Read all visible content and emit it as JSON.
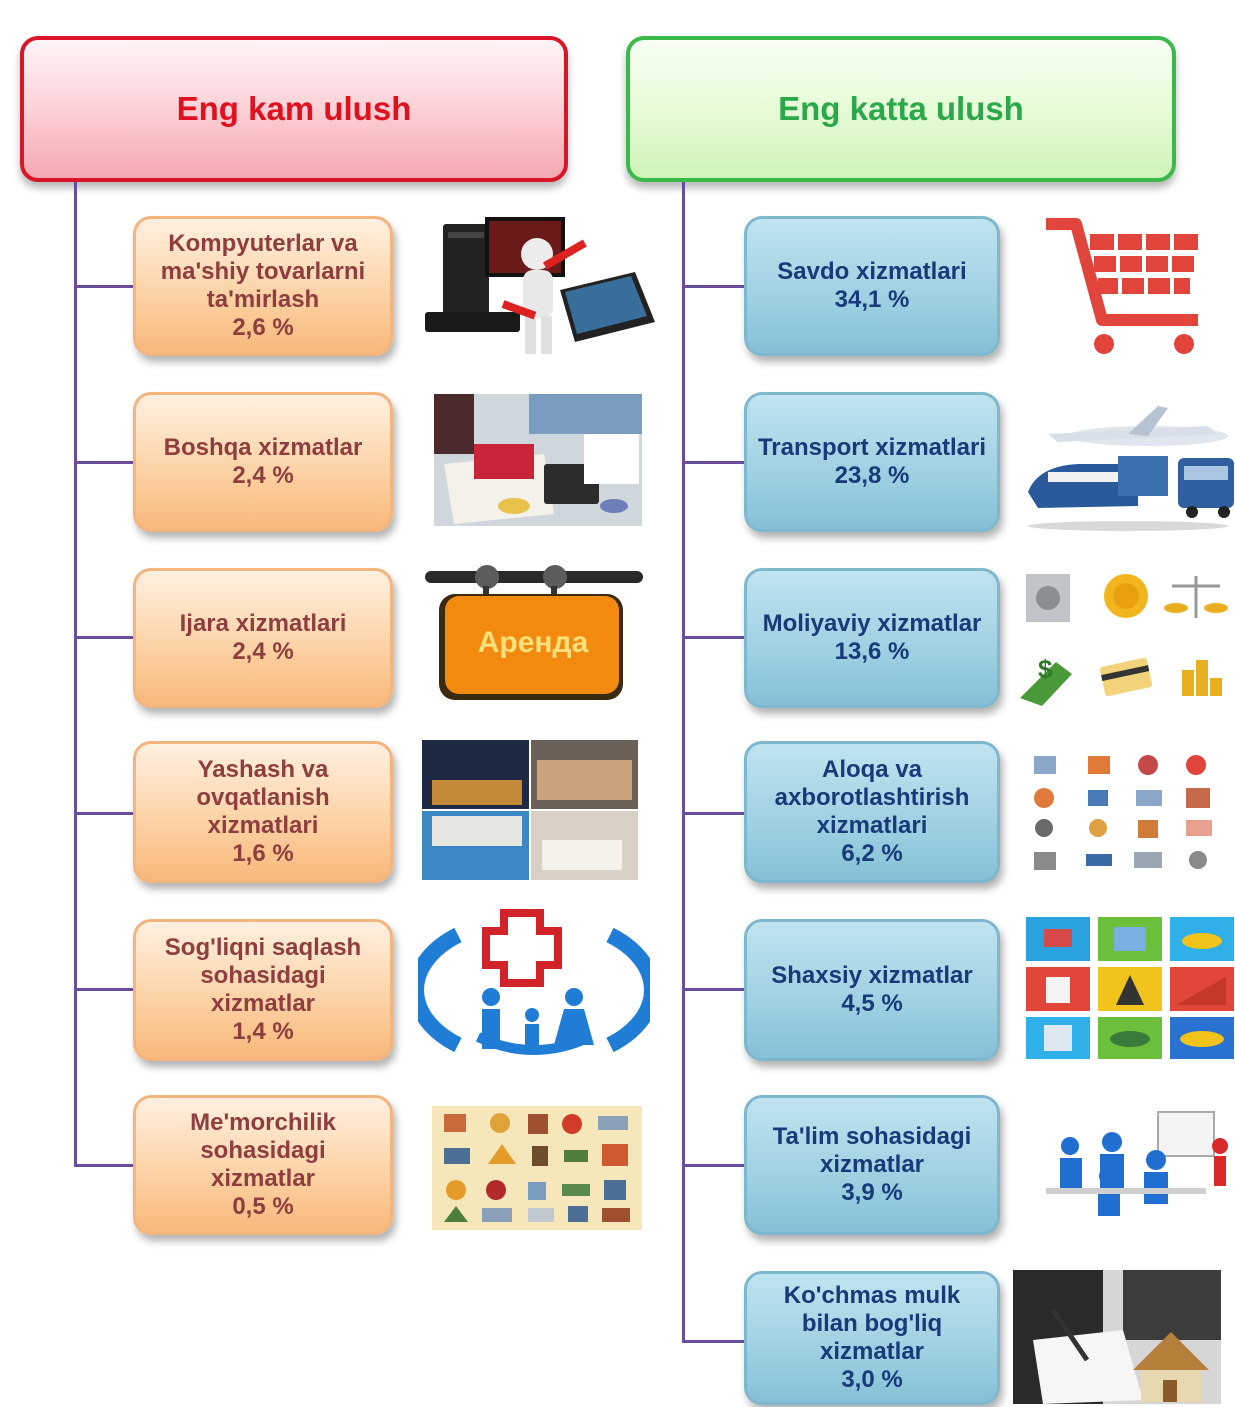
{
  "headers": {
    "left": "Eng kam ulush",
    "right": "Eng katta ulush"
  },
  "left_items": [
    {
      "label": "Kompyuterlar va ma'shiy tovarlarni ta'mirlash",
      "value": "2,6 %",
      "icon": "computer-repair-icon"
    },
    {
      "label": "Boshqa xizmatlar",
      "value": "2,4 %",
      "icon": "office-work-icon"
    },
    {
      "label": "Ijara xizmatlari",
      "value": "2,4 %",
      "icon": "rent-sign-icon",
      "sign_text": "Аренда"
    },
    {
      "label": "Yashash va ovqatlanish xizmatlari",
      "value": "1,6 %",
      "icon": "hotel-photos-icon"
    },
    {
      "label": "Sog'liqni saqlash sohasidagi xizmatlar",
      "value": "1,4 %",
      "icon": "health-care-icon"
    },
    {
      "label": "Me'morchilik sohasidagi xizmatlar",
      "value": "0,5 %",
      "icon": "architecture-icons-icon"
    }
  ],
  "right_items": [
    {
      "label": "Savdo xizmatlari",
      "value": "34,1 %",
      "icon": "shopping-cart-icon"
    },
    {
      "label": "Transport xizmatlari",
      "value": "23,8 %",
      "icon": "transport-icon"
    },
    {
      "label": "Moliyaviy xizmatlar",
      "value": "13,6 %",
      "icon": "finance-icon"
    },
    {
      "label": "Aloqa va axborotlashtirish xizmatlari",
      "value": "6,2 %",
      "icon": "communication-icons-icon"
    },
    {
      "label": "Shaxsiy xizmatlar",
      "value": "4,5 %",
      "icon": "personal-services-icon"
    },
    {
      "label": "Ta'lim sohasidagi xizmatlar",
      "value": "3,9 %",
      "icon": "education-icon"
    },
    {
      "label": "Ko'chmas mulk bilan bog'liq xizmatlar",
      "value": "3,0 %",
      "icon": "real-estate-icon"
    }
  ],
  "colors": {
    "left_header_border": "#d9152a",
    "right_header_border": "#3cb94b",
    "connector": "#6a4e9c",
    "left_box_fill": "#fcd3a7",
    "right_box_fill": "#9ed0e2"
  }
}
